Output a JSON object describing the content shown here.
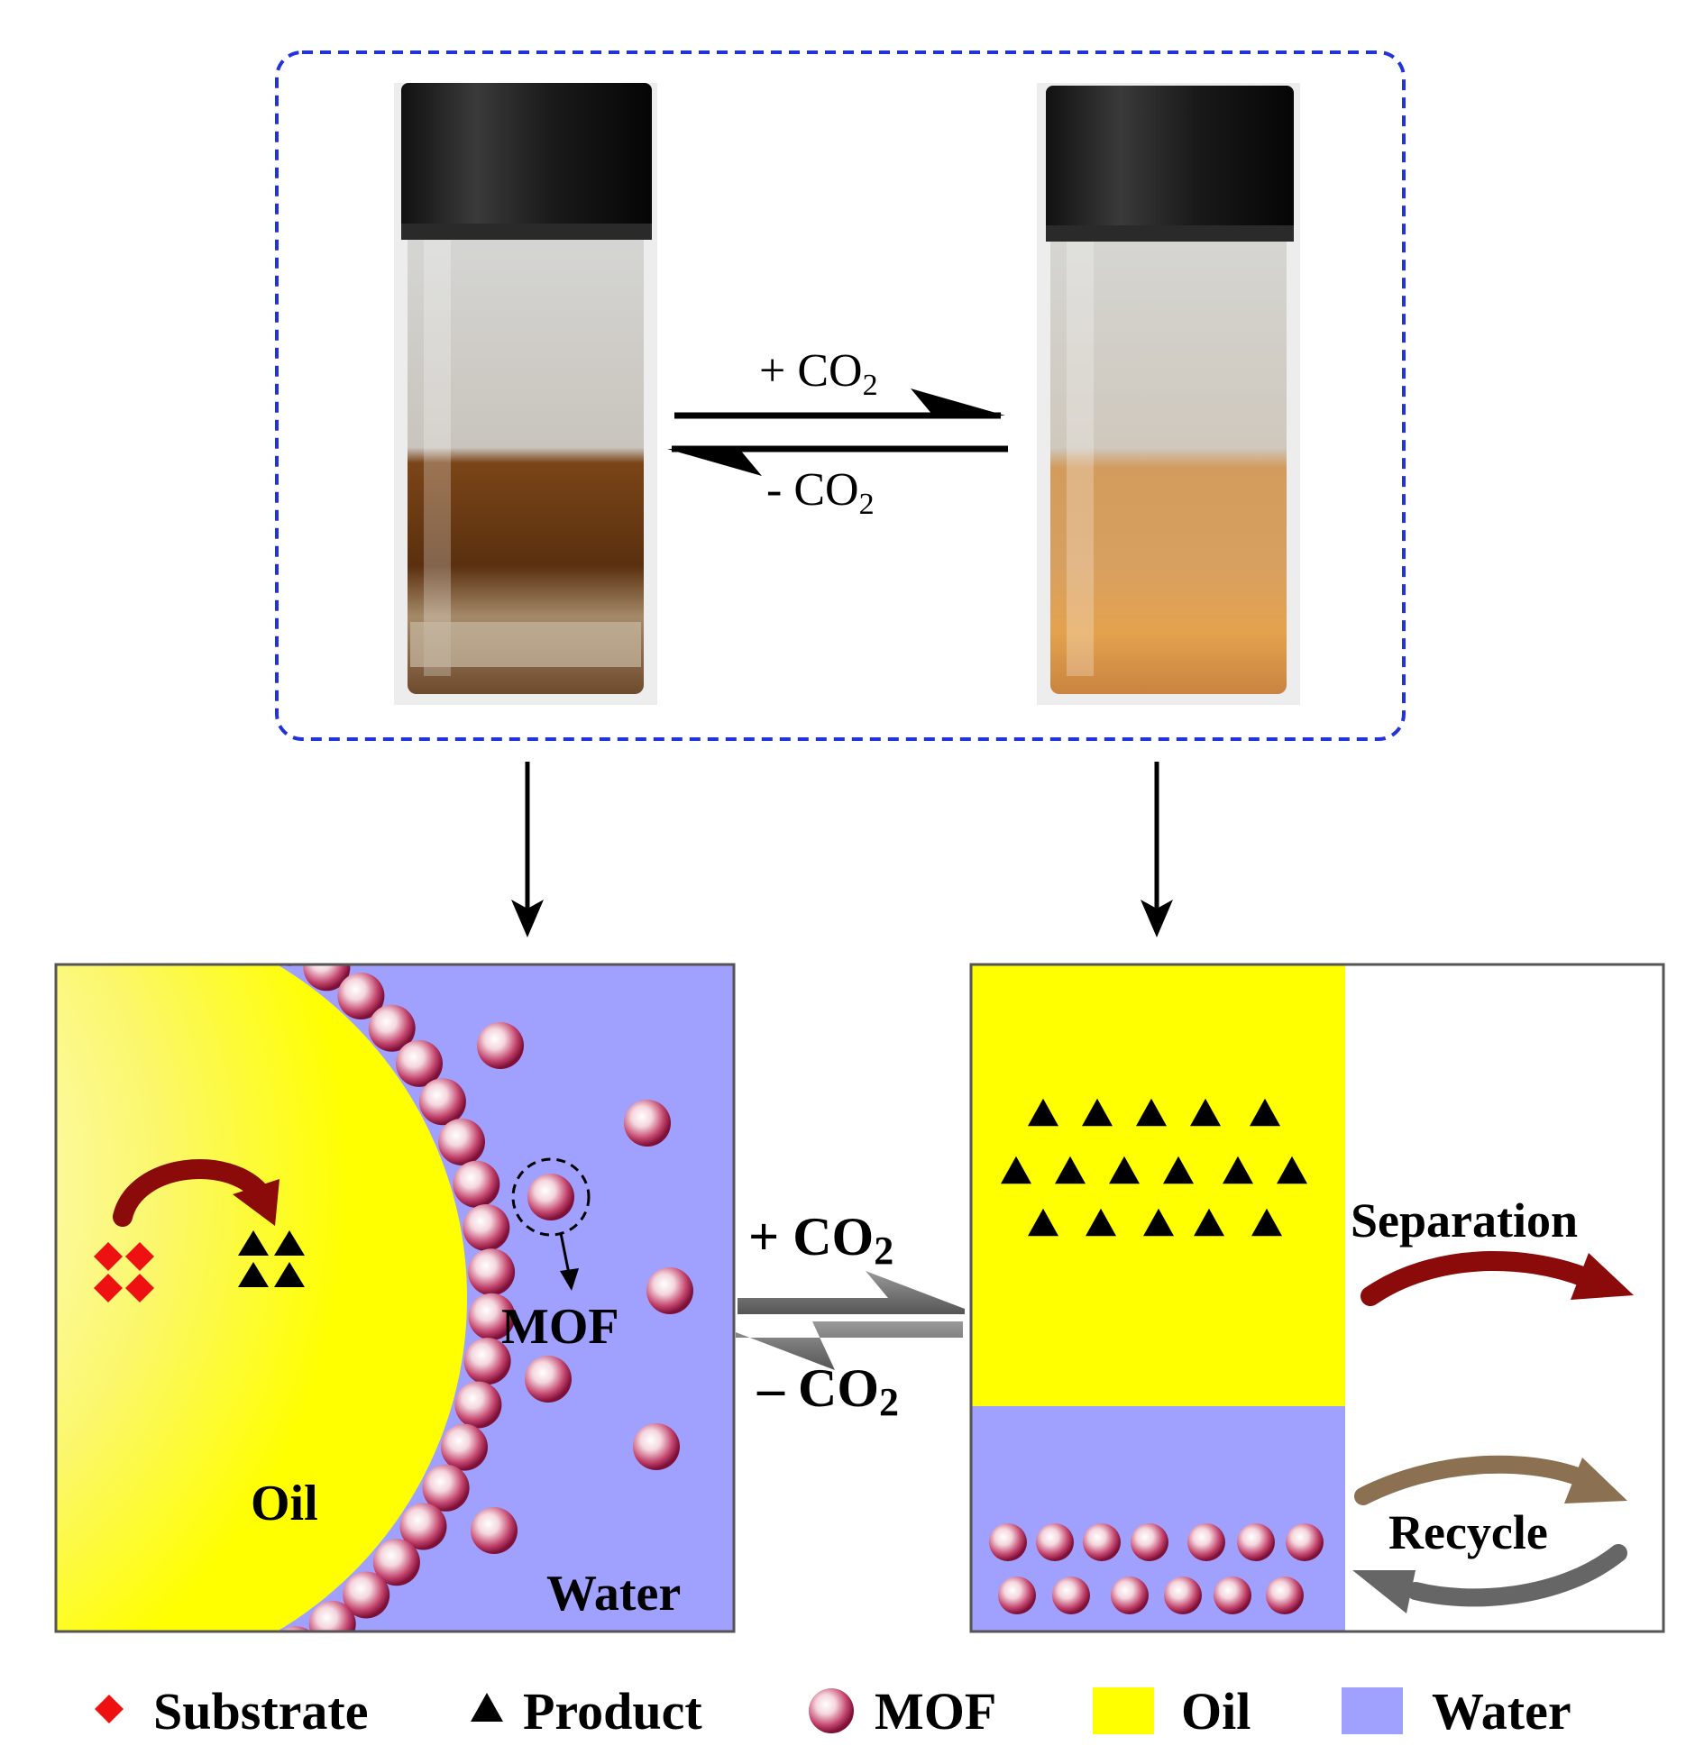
{
  "photo_section": {
    "forward_label": "+ CO",
    "reverse_label": "- CO",
    "subscript": "2"
  },
  "emulsion_panel": {
    "oil_label": "Oil",
    "water_label": "Water",
    "mof_label": "MOF"
  },
  "center_equilibrium": {
    "forward_label": "+ CO",
    "reverse_label": "– CO",
    "subscript": "2"
  },
  "separated_panel": {
    "separation_label": "Separation",
    "recycle_label": "Recycle"
  },
  "legend": {
    "items": [
      {
        "label": "Substrate"
      },
      {
        "label": "Product"
      },
      {
        "label": "MOF"
      },
      {
        "label": "Oil"
      },
      {
        "label": "Water"
      }
    ]
  },
  "colors": {
    "oil": "#ffff00",
    "water": "#a0a0ff",
    "substrate": "#ee1111",
    "mof": "#9b1848",
    "arrow_red": "#8b0a0a",
    "arrow_brown": "#8b7152",
    "arrow_gray": "#666666",
    "dash_blue": "#2233dd"
  }
}
